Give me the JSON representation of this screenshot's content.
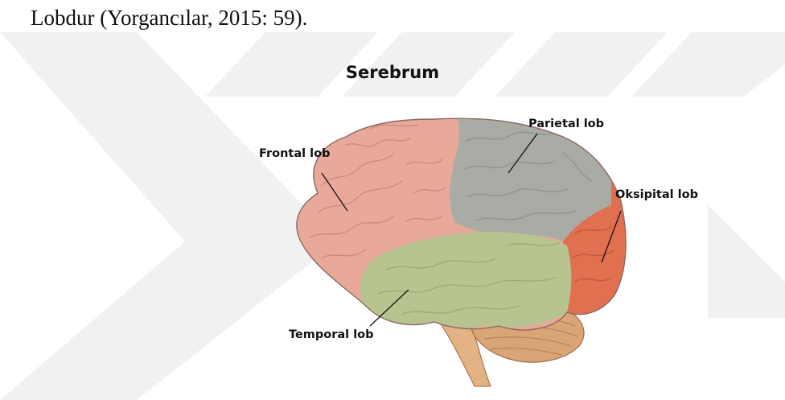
{
  "text": {
    "paragraph": "Lobdur (Yorgancılar, 2015: 59)."
  },
  "figure": {
    "title": "Serebrum",
    "labels": {
      "frontal": "Frontal lob",
      "parietal": "Parietal lob",
      "occipital": "Oksipital lob",
      "temporal": "Temporal lob"
    }
  },
  "colors": {
    "frontal": "#e8a99a",
    "parietal": "#a9aba5",
    "occipital": "#e0704f",
    "temporal": "#b8c48f",
    "cerebellum": "#d9a577",
    "watermark": "#f2f2f2"
  },
  "icons": {
    "watermark": "chevron-watermark"
  }
}
